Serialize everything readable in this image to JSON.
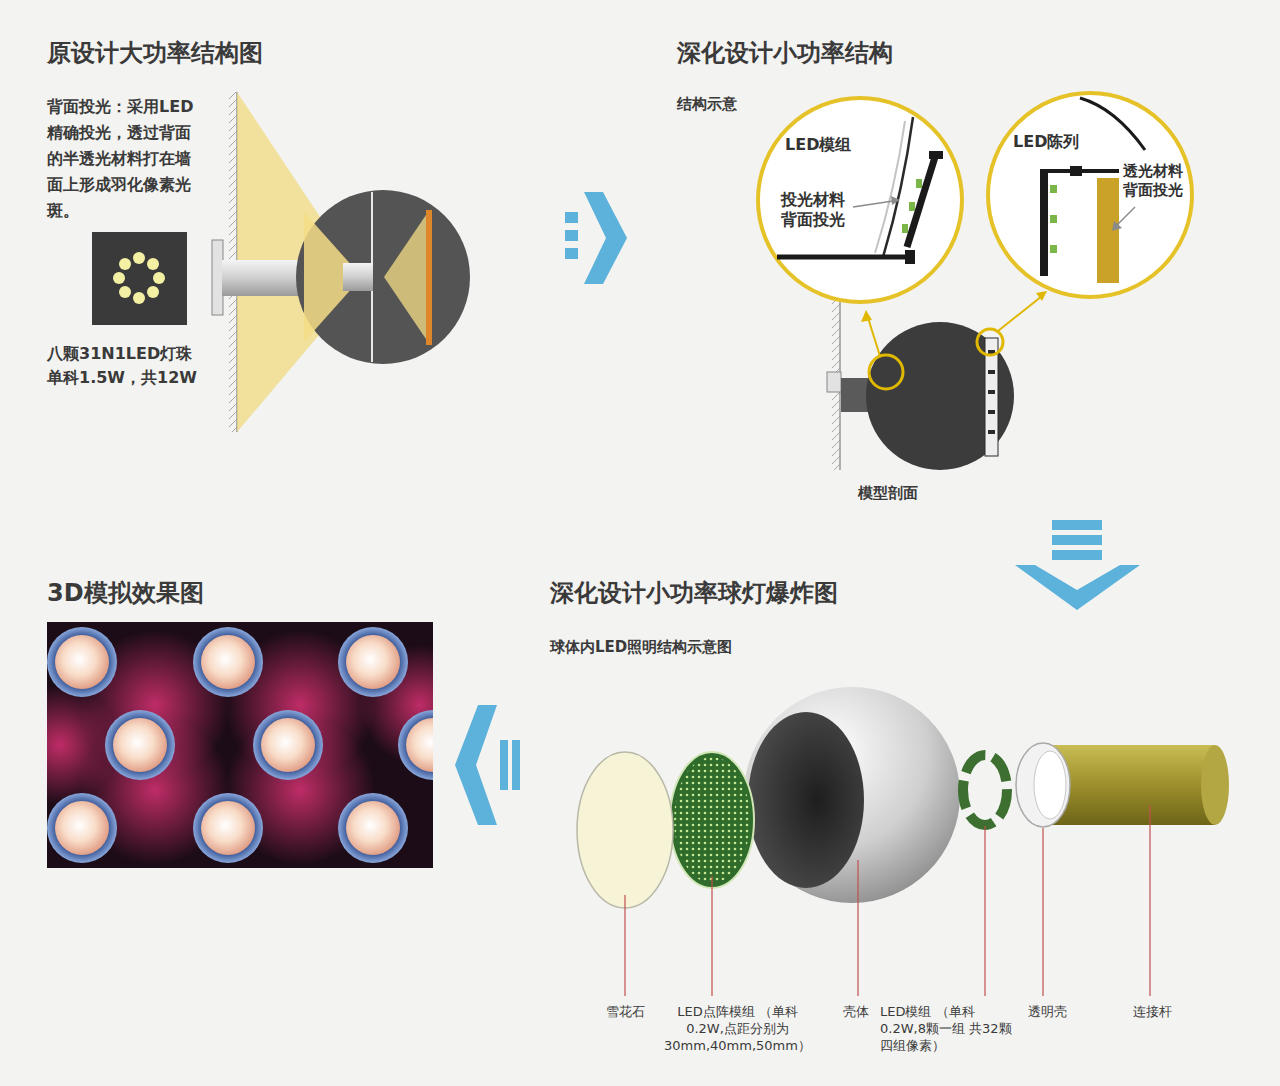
{
  "diagram": {
    "nodes": [
      {
        "text": [
          "LED模组",
          "投光材料 背面投光"
        ]
      },
      {
        "text": [
          "LED陈列",
          "透光材料 背面投光"
        ]
      }
    ],
    "labels": [
      "原设计大功率结构图",
      "背面投光：采用LED精确投光，透过背面的半透光材料打在墙面上形成羽化像素光斑。",
      "八颗31N1LED灯珠 单科1.5W，共12W",
      "深化设计小功率结构",
      "结构示意",
      "模型剖面",
      "3D模拟效果图",
      "深化设计小功率球灯爆炸图",
      "球体内LED照明结构示意图",
      "雪花石",
      "LED点阵模组 （单科0.2W,点距分别为 30mm,40mm,50mm）",
      "壳体",
      "LED模组 （单科0.2W,8颗一组 共32颗四组像素）",
      "透明壳",
      "连接杆"
    ]
  }
}
